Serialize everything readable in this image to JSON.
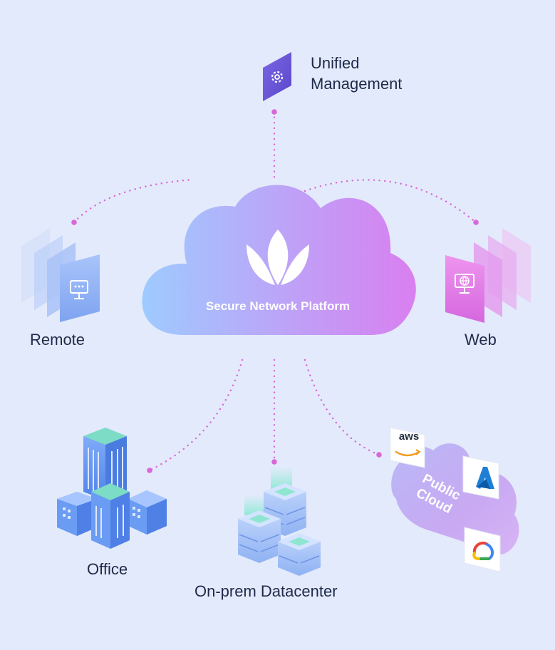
{
  "diagram": {
    "center": {
      "title": "Secure Network Platform",
      "icon": "lotus-logo-icon"
    },
    "nodes": [
      {
        "id": "management",
        "label": "Unified\nManagement",
        "icon": "gear-icon"
      },
      {
        "id": "remote",
        "label": "Remote",
        "icon": "monitor-chat-icon"
      },
      {
        "id": "web",
        "label": "Web",
        "icon": "globe-monitor-icon"
      },
      {
        "id": "office",
        "label": "Office",
        "icon": "office-buildings-icon"
      },
      {
        "id": "datacenter",
        "label": "On-prem Datacenter",
        "icon": "server-stack-icon"
      },
      {
        "id": "public-cloud",
        "label": "Public\nCloud",
        "icon": "public-cloud-icon",
        "providers": [
          {
            "name": "aws",
            "icon": "aws-logo-icon"
          },
          {
            "name": "azure",
            "icon": "azure-logo-icon"
          },
          {
            "name": "google-cloud",
            "icon": "google-cloud-logo-icon"
          }
        ]
      }
    ]
  },
  "colors": {
    "background": "#e3eafb",
    "text": "#1f2a4a",
    "connector": "#d868d8",
    "cloud_gradient_start": "#9ecbff",
    "cloud_gradient_end": "#d97ff0",
    "management_tile": "#6a55d8",
    "remote_tile": "#8fb0f5",
    "web_tile": "#e47fe4",
    "building_blue": "#5b8ff0",
    "building_teal": "#7ddcc5"
  }
}
